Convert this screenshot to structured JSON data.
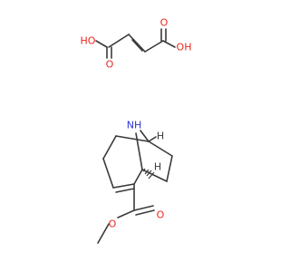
{
  "colors": {
    "bond": "#3a3a3a",
    "oxygen": "#e8281e",
    "nitrogen": "#2b34d6",
    "carbon_label": "#3a3a3a",
    "background": "#ffffff"
  },
  "labels": {
    "fumaric_ho_left": "HO",
    "fumaric_o_left": "O",
    "fumaric_o_right": "O",
    "fumaric_oh_right": "OH",
    "bridge_nh": "NH",
    "bridgehead_h_top": "H",
    "bridgehead_h_bottom": "H",
    "ester_carbonyl_o": "O",
    "ester_ether_o": "O"
  }
}
